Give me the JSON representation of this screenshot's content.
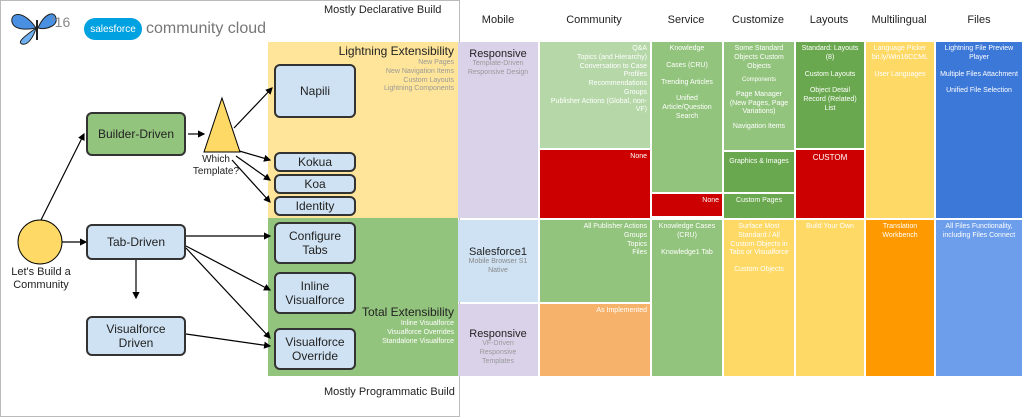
{
  "logo": {
    "year": "'16",
    "brand": "salesforce",
    "product": "community cloud"
  },
  "header": {
    "top": "Mostly Declarative Build",
    "bottom": "Mostly Programmatic Build"
  },
  "columns": [
    "Mobile",
    "Community",
    "Service",
    "Customize",
    "Layouts",
    "Multilingual",
    "Files"
  ],
  "nodes": {
    "start": "Let's Build a Community",
    "builder": "Builder-Driven",
    "tab": "Tab-Driven",
    "vf": "Visualforce Driven",
    "which": "Which Template?",
    "napili": "Napili",
    "kokua": "Kokua",
    "koa": "Koa",
    "identity": "Identity",
    "configure_tabs": "Configure Tabs",
    "inline_vf": "Inline Visualforce",
    "vf_override": "Visualforce Override"
  },
  "lightning": {
    "title": "Lightning Extensibility",
    "items": [
      "New Pages",
      "New Navigation Items",
      "Custom Layouts",
      "Lightning Components"
    ]
  },
  "total": {
    "title": "Total Extensibility",
    "items": [
      "Inline Visualforce",
      "Visualforce Overrides",
      "Standalone Visualforce"
    ]
  },
  "mobile": {
    "responsive1": {
      "title": "Responsive",
      "sub": "Template-Driven Responsive Design"
    },
    "sf1": {
      "title": "Salesforce1",
      "sub": "Mobile Browser S1 Native"
    },
    "responsive2": {
      "title": "Responsive",
      "sub": "VF-Driven Responsive Templates"
    }
  },
  "community": {
    "top": [
      "Q&A",
      "Topics (and Hierarchy)",
      "Conversation to Case",
      "Profiles",
      "Recommendations",
      "Groups",
      "Publisher Actions (Global, non-VF)"
    ],
    "none": "None",
    "mid": [
      "All Publisher Actions",
      "Groups",
      "Topics",
      "Files"
    ],
    "bottom": "As Implemented"
  },
  "service": {
    "top": [
      "Knowledge",
      "Cases (CRU)",
      "Trending Articles",
      "Unified Article/Question Search"
    ],
    "none": "None",
    "bottom": [
      "Knowledge Cases (CRU)",
      "Knowledge1 Tab"
    ]
  },
  "customize": {
    "top": [
      "Some Standard Objects Custom Objects",
      "Components",
      "Page Manager (New Pages, Page Variations)",
      "Navigation Items"
    ],
    "graphics": "Graphics & Images",
    "custom_pages": "Custom Pages",
    "bottom": [
      "Surface Most Standard / All Custom Objects in Tabs or Visualforce",
      "Custom Objects"
    ]
  },
  "layouts": {
    "top": [
      "Standard: Layouts (8)",
      "Custom Layouts",
      "Object Detail Record (Related) List"
    ],
    "custom": "CUSTOM",
    "bottom": "Build Your Own"
  },
  "multilingual": {
    "top": [
      "Language Picker",
      "bit.ly/Win16CCML",
      "User Languages"
    ],
    "bottom": "Translation Workbench"
  },
  "files": {
    "top": [
      "Lightning File Preview Player",
      "Multiple Files Attachment",
      "Unified File Selection"
    ],
    "bottom": "All Files Functionality, including Files Connect"
  },
  "colors": {
    "yellow": "#ffe599",
    "green": "#93c47d",
    "purple": "#d9d2e9",
    "lightgreen": "#b6d7a8",
    "red": "#cc0000",
    "orange": "#f6b26b",
    "gold": "#ffd966",
    "darkgreen": "#6aa84f",
    "blue": "#3c78d8",
    "lightblue": "#6d9eeb",
    "box": "#cfe2f3"
  }
}
